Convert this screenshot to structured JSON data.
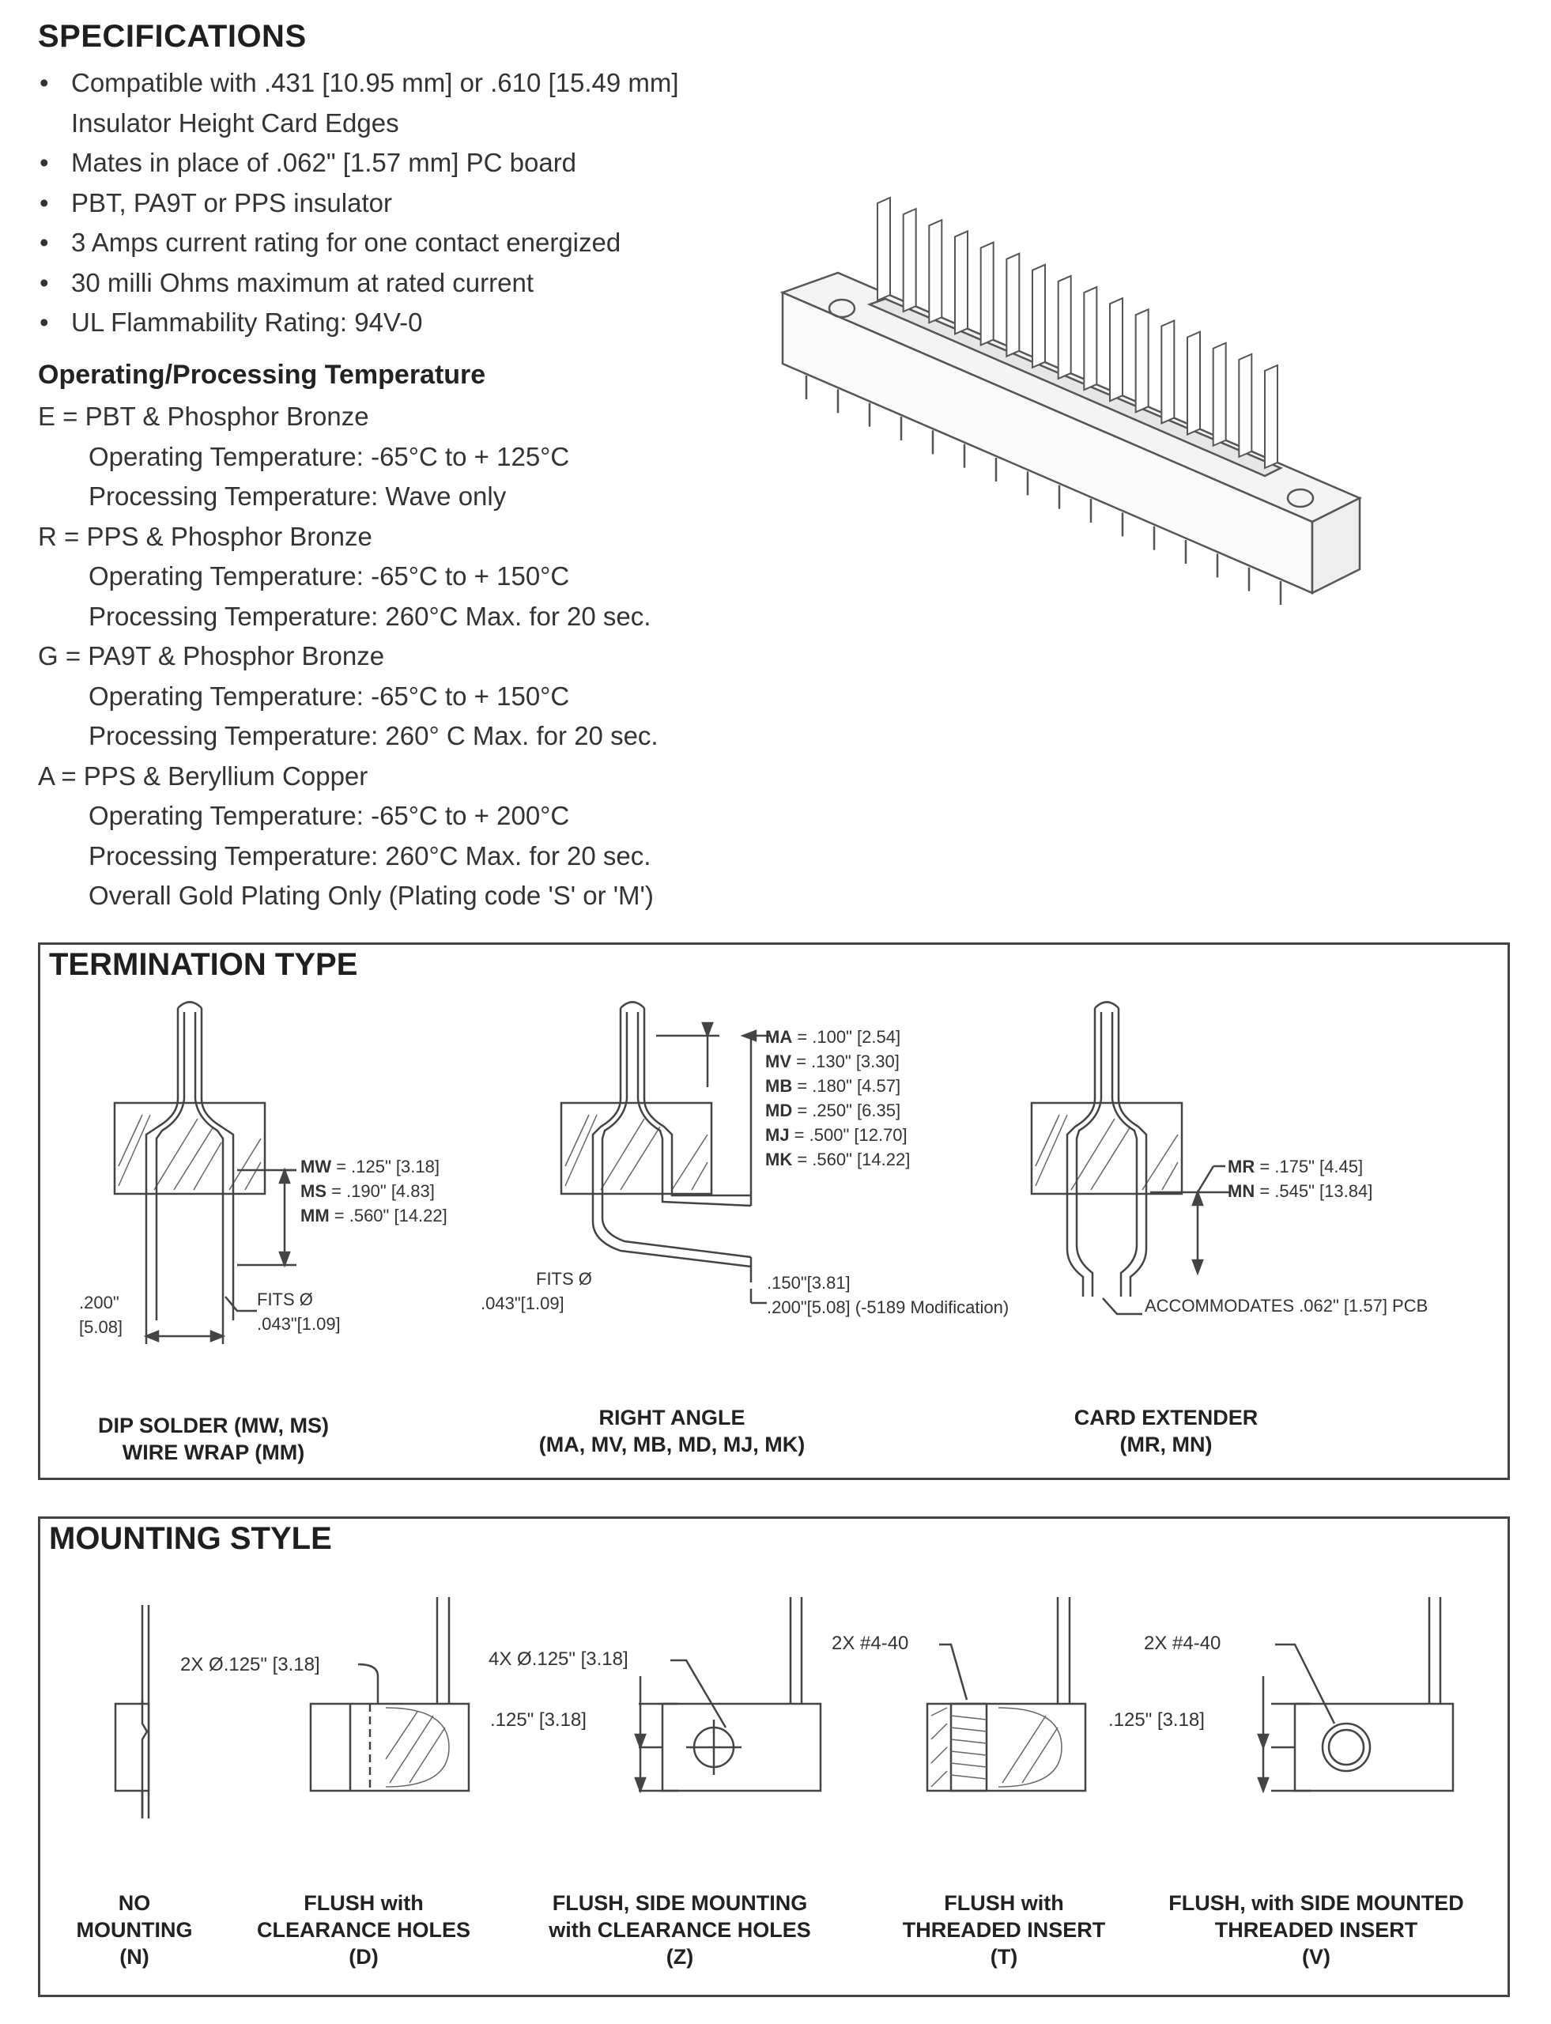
{
  "specifications": {
    "title": "SPECIFICATIONS",
    "bullets": [
      {
        "line1": "Compatible with .431  [10.95 mm] or .610  [15.49 mm]",
        "line2": "Insulator Height Card Edges"
      },
      {
        "line1": "Mates in place of .062\" [1.57 mm] PC board"
      },
      {
        "line1": "PBT, PA9T or PPS insulator"
      },
      {
        "line1": "3 Amps current rating for one contact energized"
      },
      {
        "line1": "30 milli Ohms maximum at rated current"
      },
      {
        "line1": "UL Flammability Rating: 94V-0"
      }
    ],
    "bullet_symbol": "•"
  },
  "temperature": {
    "title": "Operating/Processing Temperature",
    "materials": [
      {
        "code": "E",
        "name": "E  =  PBT & Phosphor Bronze",
        "lines": [
          "Operating Temperature: -65°C to + 125°C",
          "Processing Temperature: Wave only"
        ]
      },
      {
        "code": "R",
        "name": "R  =  PPS & Phosphor Bronze",
        "lines": [
          "Operating Temperature: -65°C to + 150°C",
          "Processing Temperature: 260°C Max. for 20 sec."
        ]
      },
      {
        "code": "G",
        "name": "G  =  PA9T & Phosphor Bronze",
        "lines": [
          "Operating Temperature: -65°C to + 150°C",
          "Processing Temperature: 260° C Max. for 20 sec."
        ]
      },
      {
        "code": "A",
        "name": "A  =  PPS & Beryllium Copper",
        "lines": [
          "Operating Temperature: -65°C to + 200°C",
          "Processing Temperature: 260°C Max. for 20 sec.",
          "Overall Gold Plating Only (Plating code 'S' or 'M')"
        ]
      }
    ]
  },
  "termination": {
    "title": "TERMINATION TYPE",
    "dip": {
      "dims": [
        {
          "code": "MW",
          "value": " = .125\" [3.18]"
        },
        {
          "code": "MS",
          "value": " = .190\" [4.83]"
        },
        {
          "code": "MM",
          "value": " = .560\" [14.22]"
        }
      ],
      "pitch_1": ".200\"",
      "pitch_2": "[5.08]",
      "fits_1": "FITS Ø",
      "fits_2": ".043\"[1.09]",
      "caption_1": "DIP SOLDER (MW, MS)",
      "caption_2": "WIRE WRAP (MM)"
    },
    "right_angle": {
      "dims": [
        {
          "code": "MA",
          "value": " = .100\" [2.54]"
        },
        {
          "code": "MV",
          "value": " = .130\" [3.30]"
        },
        {
          "code": "MB",
          "value": " = .180\" [4.57]"
        },
        {
          "code": "MD",
          "value": " = .250\" [6.35]"
        },
        {
          "code": "MJ",
          "value": " = .500\" [12.70]"
        },
        {
          "code": "MK",
          "value": " = .560\" [14.22]"
        }
      ],
      "fits_1": "FITS Ø",
      "fits_2": ".043\"[1.09]",
      "offset_1": ".150\"[3.81]",
      "offset_2": ".200\"[5.08] (-5189 Modification)",
      "caption_1": "RIGHT ANGLE",
      "caption_2": "(MA, MV, MB, MD, MJ, MK)"
    },
    "card_extender": {
      "dims": [
        {
          "code": "MR",
          "value": " = .175\" [4.45]"
        },
        {
          "code": "MN",
          "value": " = .545\" [13.84]"
        }
      ],
      "accommodates": "ACCOMMODATES .062\" [1.57] PCB",
      "caption_1": "CARD EXTENDER",
      "caption_2": "(MR, MN)"
    }
  },
  "mounting": {
    "title": "MOUNTING STYLE",
    "labels": {
      "d_holes": "2X Ø.125\" [3.18]",
      "z_holes": "4X Ø.125\" [3.18]",
      "z_dim": ".125\" [3.18]",
      "t_insert": "2X #4-40",
      "v_insert": "2X #4-40",
      "v_dim": ".125\" [3.18]"
    },
    "styles": [
      {
        "l1": "NO",
        "l2": "MOUNTING",
        "l3": "(N)"
      },
      {
        "l1": "FLUSH with",
        "l2": "CLEARANCE HOLES",
        "l3": "(D)"
      },
      {
        "l1": "FLUSH, SIDE MOUNTING",
        "l2": "with CLEARANCE HOLES",
        "l3": "(Z)"
      },
      {
        "l1": "FLUSH with",
        "l2": "THREADED INSERT",
        "l3": "(T)"
      },
      {
        "l1": "FLUSH, with SIDE MOUNTED",
        "l2": "THREADED INSERT",
        "l3": "(V)"
      }
    ]
  }
}
